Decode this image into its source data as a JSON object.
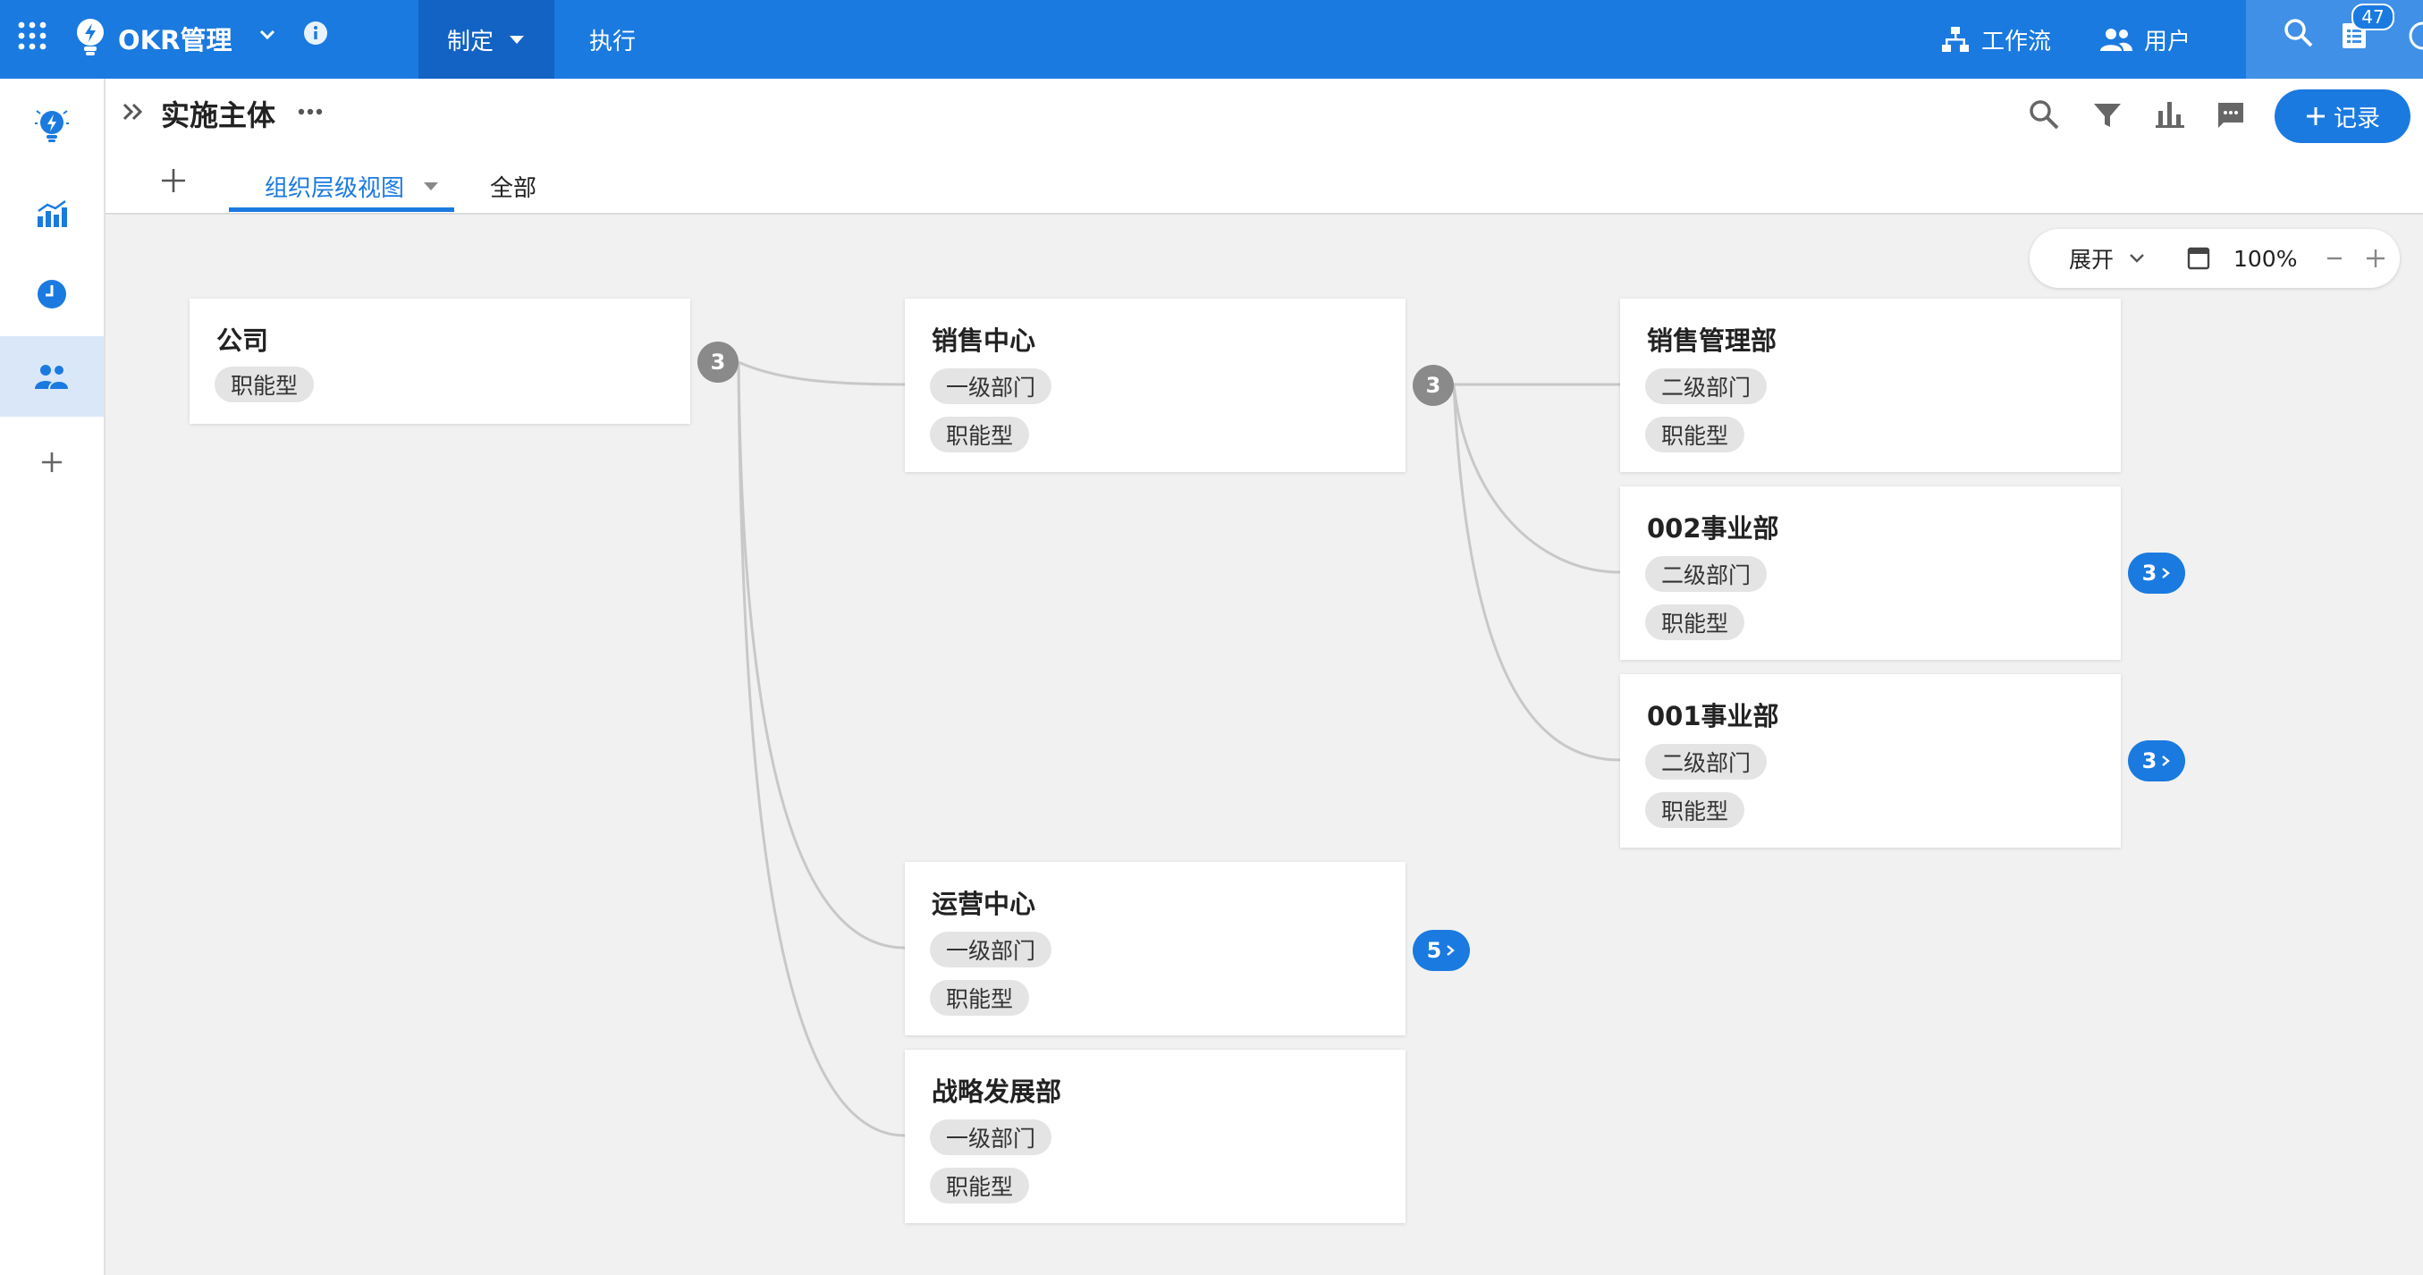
{
  "topbar": {
    "app_title": "OKR管理",
    "tabs": [
      {
        "label": "制定",
        "active": true
      },
      {
        "label": "执行",
        "active": false
      }
    ],
    "workflow_label": "工作流",
    "users_label": "用户",
    "notifications_count": "47"
  },
  "sidebar": {
    "items": [
      {
        "icon": "lightbulb-icon",
        "active": false
      },
      {
        "icon": "chart-icon",
        "active": false
      },
      {
        "icon": "clock-icon",
        "active": false
      },
      {
        "icon": "users-icon",
        "active": true
      },
      {
        "icon": "plus-icon",
        "active": false
      }
    ]
  },
  "header": {
    "title": "实施主体",
    "add_record_label": "记录",
    "view_tabs": [
      {
        "label": "组织层级视图",
        "active": true
      },
      {
        "label": "全部",
        "active": false
      }
    ]
  },
  "zoom": {
    "expand_label": "展开",
    "zoom_level": "100%"
  },
  "colors": {
    "primary": "#1a7ae0",
    "topbar_active": "#1263c4",
    "count_gray": "#8a8a8a",
    "tag_bg": "#e4e4e4"
  },
  "org": {
    "company": {
      "name": "公司",
      "tags": [
        "职能型"
      ],
      "child_count": "3"
    },
    "sales_center": {
      "name": "销售中心",
      "tags": [
        "一级部门",
        "职能型"
      ],
      "child_count": "3"
    },
    "ops_center": {
      "name": "运营中心",
      "tags": [
        "一级部门",
        "职能型"
      ],
      "child_count": "5"
    },
    "strategy": {
      "name": "战略发展部",
      "tags": [
        "一级部门",
        "职能型"
      ]
    },
    "sales_mgmt": {
      "name": "销售管理部",
      "tags": [
        "二级部门",
        "职能型"
      ]
    },
    "bu002": {
      "name": "002事业部",
      "tags": [
        "二级部门",
        "职能型"
      ],
      "child_count": "3"
    },
    "bu001": {
      "name": "001事业部",
      "tags": [
        "二级部门",
        "职能型"
      ],
      "child_count": "3"
    }
  }
}
